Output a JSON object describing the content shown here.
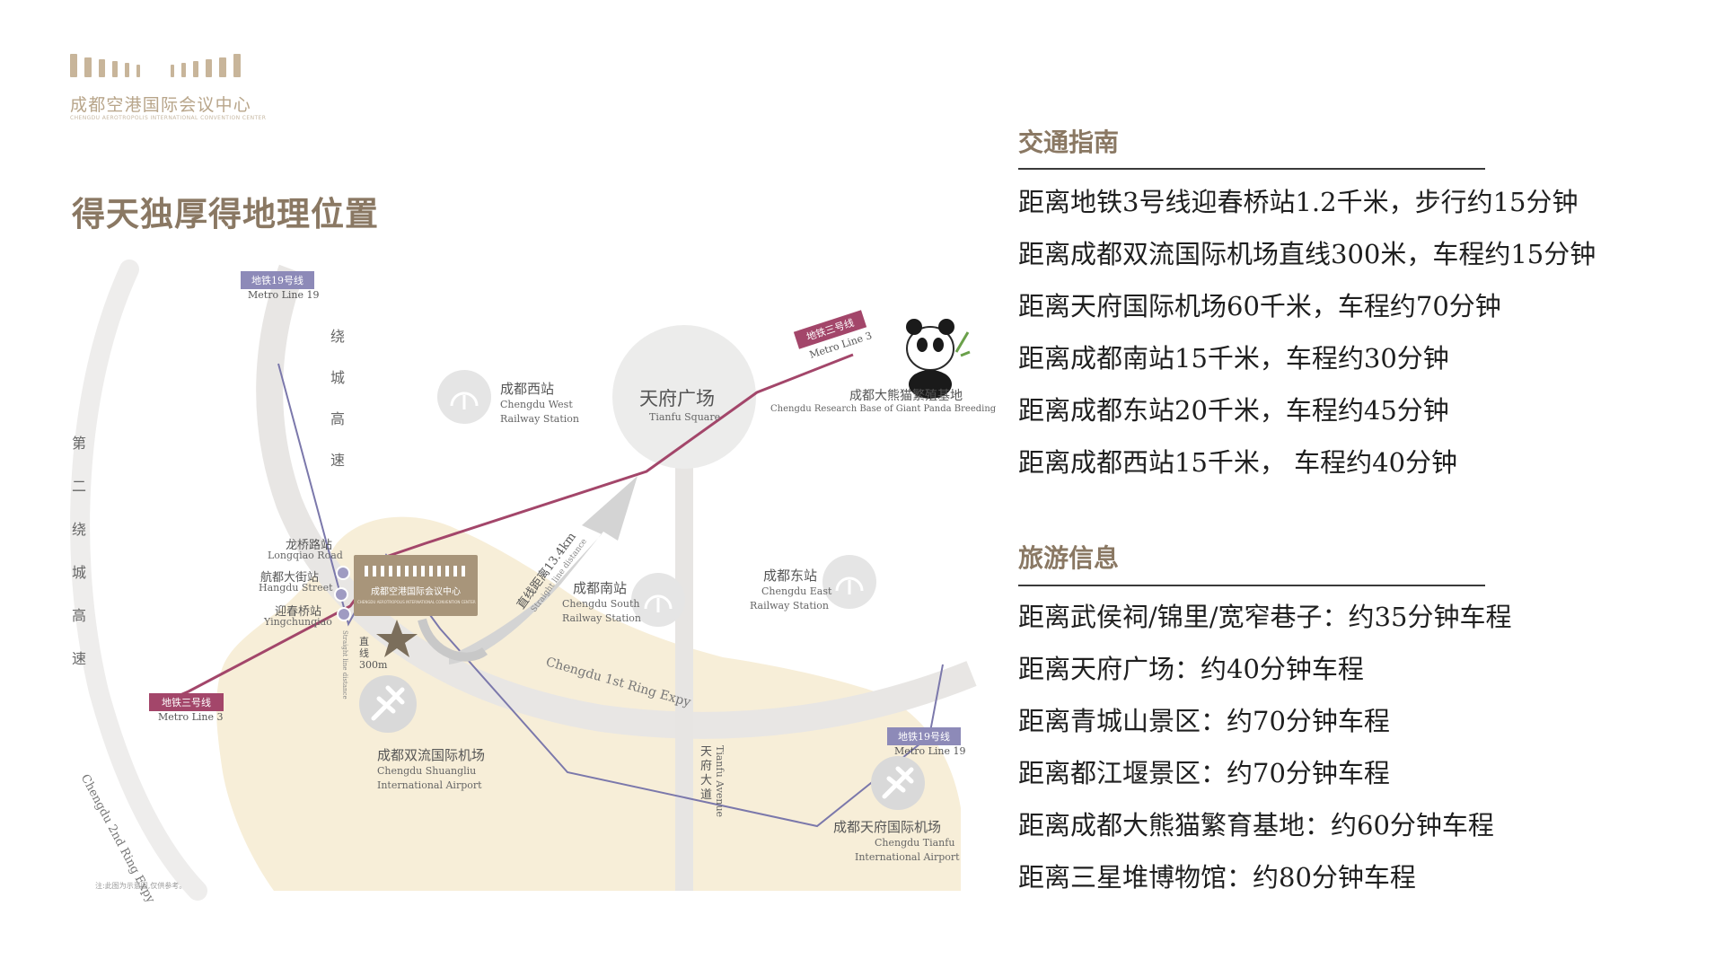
{
  "logo": {
    "name_cn": "成都空港国际会议中心",
    "name_en": "CHENGDU AEROTROPOLIS INTERNATIONAL CONVENTION CENTER"
  },
  "page_title": "得天独厚得地理位置",
  "map": {
    "second_ring_cn": [
      "第",
      "二",
      "绕",
      "城",
      "高",
      "速"
    ],
    "second_ring_en": "Chengdu 2nd Ring Expy",
    "ring_cn": [
      "绕",
      "城",
      "高",
      "速"
    ],
    "first_ring_en": "Chengdu 1st Ring Expy",
    "tianfu_square": {
      "cn": "天府广场",
      "en": "Tianfu Square"
    },
    "tianfu_avenue": {
      "cn": "天府大道",
      "en": "Tianfu Avenue"
    },
    "straight_distance": {
      "cn": "直线距离13.4km",
      "en": "Straight line distance"
    },
    "straight_300": {
      "cn": "直线300m",
      "en": "Straight line distance"
    },
    "west_station": {
      "cn": "成都西站",
      "en1": "Chengdu West",
      "en2": "Railway Station"
    },
    "south_station": {
      "cn": "成都南站",
      "en1": "Chengdu South",
      "en2": "Railway Station"
    },
    "east_station": {
      "cn": "成都东站",
      "en1": "Chengdu East",
      "en2": "Railway Station"
    },
    "panda_base": {
      "cn": "成都大熊猫繁殖基地",
      "en": "Chengdu Research Base of Giant Panda Breeding"
    },
    "metro19_top": {
      "cn": "地铁19号线",
      "en": "Metro Line 19"
    },
    "metro19_right": {
      "cn": "地铁19号线",
      "en": "Metro Line 19"
    },
    "metro3_left": {
      "cn": "地铁三号线",
      "en": "Metro Line 3"
    },
    "metro3_top": {
      "cn": "地铁三号线",
      "en": "Metro Line 3"
    },
    "longqiao": {
      "cn": "龙桥路站",
      "en": "Longqiao Road"
    },
    "hangdu": {
      "cn": "航都大街站",
      "en": "Hangdu Street"
    },
    "yingchun": {
      "cn": "迎春桥站",
      "en": "Yingchunqiao"
    },
    "shuangliu": {
      "cn": "成都双流国际机场",
      "en1": "Chengdu Shuangliu",
      "en2": "International Airport"
    },
    "tianfu_airport": {
      "cn": "成都天府国际机场",
      "en1": "Chengdu Tianfu",
      "en2": "International Airport"
    },
    "sign_cn": "成都空港国际会议中心",
    "sign_en": "CHENGDU AEROTROPOLIS INTERNATIONAL CONVENTION CENTER",
    "note": "注:此图为示意图,仅供参考。",
    "colors": {
      "metro3": "#a3466a",
      "metro19": "#7b78ab",
      "land": "#f7eed8",
      "road": "#e7e5e3"
    }
  },
  "transport": {
    "title": "交通指南",
    "lines": [
      "距离地铁3号线迎春桥站1.2千米，步行约15分钟",
      "距离成都双流国际机场直线300米，车程约15分钟",
      "距离天府国际机场60千米，车程约70分钟",
      "距离成都南站15千米，车程约30分钟",
      "距离成都东站20千米，车程约45分钟",
      "距离成都西站15千米，  车程约40分钟"
    ]
  },
  "tourism": {
    "title": "旅游信息",
    "lines": [
      "距离武侯祠/锦里/宽窄巷子：约35分钟车程",
      "距离天府广场：约40分钟车程",
      "距离青城山景区：约70分钟车程",
      "距离都江堰景区：约70分钟车程",
      "距离成都大熊猫繁育基地：约60分钟车程",
      "距离三星堆博物馆：约80分钟车程"
    ]
  }
}
